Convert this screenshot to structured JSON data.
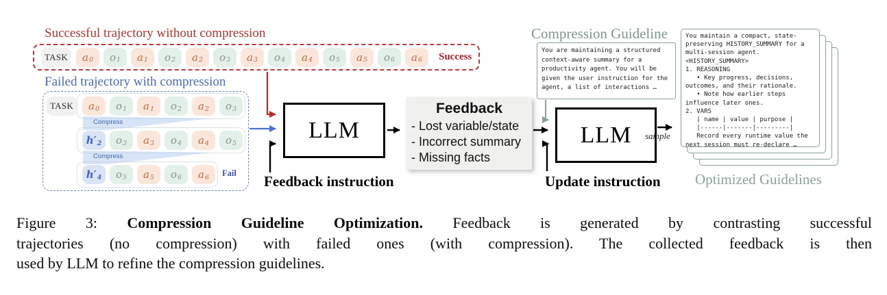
{
  "success_row": {
    "title": "Successful trajectory without compression",
    "task_label": "TASK",
    "tokens": [
      {
        "k": "a",
        "t": "a",
        "s": "0"
      },
      {
        "k": "o",
        "t": "o",
        "s": "1"
      },
      {
        "k": "a",
        "t": "a",
        "s": "1"
      },
      {
        "k": "o",
        "t": "o",
        "s": "2"
      },
      {
        "k": "a",
        "t": "a",
        "s": "2"
      },
      {
        "k": "o",
        "t": "o",
        "s": "3"
      },
      {
        "k": "a",
        "t": "a",
        "s": "3"
      },
      {
        "k": "o",
        "t": "o",
        "s": "4"
      },
      {
        "k": "a",
        "t": "a",
        "s": "4"
      },
      {
        "k": "o",
        "t": "o",
        "s": "5"
      },
      {
        "k": "a",
        "t": "a",
        "s": "5"
      },
      {
        "k": "o",
        "t": "o",
        "s": "6"
      },
      {
        "k": "a",
        "t": "a",
        "s": "6"
      }
    ],
    "result_label": "Success"
  },
  "failed_row": {
    "title": "Failed trajectory with compression",
    "task_label": "TASK",
    "compress_label_1": "Compress",
    "compress_label_2": "Compress",
    "row1_tokens": [
      {
        "k": "a",
        "t": "a",
        "s": "0"
      },
      {
        "k": "o",
        "t": "o",
        "s": "1"
      },
      {
        "k": "a",
        "t": "a",
        "s": "1"
      },
      {
        "k": "o",
        "t": "o",
        "s": "2"
      },
      {
        "k": "a",
        "t": "a",
        "s": "2"
      },
      {
        "k": "o",
        "t": "o",
        "s": "3"
      }
    ],
    "row2_tokens": [
      {
        "k": "h",
        "t": "h′",
        "s": "2"
      },
      {
        "k": "o",
        "t": "o",
        "s": "3"
      },
      {
        "k": "a",
        "t": "a",
        "s": "3"
      },
      {
        "k": "o",
        "t": "o",
        "s": "4"
      },
      {
        "k": "a",
        "t": "a",
        "s": "4"
      },
      {
        "k": "o",
        "t": "o",
        "s": "5"
      }
    ],
    "row3_tokens": [
      {
        "k": "h",
        "t": "h′",
        "s": "4"
      },
      {
        "k": "o",
        "t": "o",
        "s": "5"
      },
      {
        "k": "a",
        "t": "a",
        "s": "5"
      },
      {
        "k": "o",
        "t": "o",
        "s": "6"
      },
      {
        "k": "a",
        "t": "a",
        "s": "6"
      }
    ],
    "result_label": "Fail"
  },
  "pipeline": {
    "llm1_label": "LLM",
    "llm2_label": "LLM",
    "feedback_box": {
      "title": "Feedback",
      "items": [
        "- Lost variable/state",
        "- Incorrect summary",
        "- Missing facts"
      ]
    },
    "feedback_instruction_label": "Feedback instruction",
    "update_instruction_label": "Update instruction",
    "sample_label": "sample"
  },
  "guideline": {
    "title": "Compression Guideline",
    "lines": [
      "You are maintaining a structured",
      "context-aware summary for a",
      "productivity agent. You will be",
      "given the user instruction for the",
      "agent, a list of interactions …"
    ]
  },
  "optimized": {
    "label": "Optimized Guidelines",
    "card_lines": [
      "You maintain a compact, state-",
      "preserving HISTORY_SUMMARY for a",
      "multi-session agent.",
      "<HISTORY_SUMMARY>",
      "1. REASONING",
      "   • Key progress, decisions,",
      "outcomes, and their rationale.",
      "   • Note how earlier steps",
      "influence later ones.",
      "2. VARS",
      "   | name | value | purpose |",
      "   |------|-------|---------|",
      "   Record every runtime value the",
      "next session must re-declare …"
    ]
  },
  "caption": {
    "line1_pre": "Figure 3: ",
    "line1_bold": "Compression Guideline Optimization.",
    "line1_rest": " Feedback is generated by contrasting successful",
    "line2": "trajectories (no compression) with failed ones (with compression). The collected feedback is then",
    "line3": "used by LLM to refine the compression guidelines."
  },
  "colors": {
    "red_accent": "#b23430",
    "blue_accent": "#4a6cb3",
    "green_accent": "#7e958f",
    "action_chip_bg": "#fae6da",
    "action_chip_text": "#bf6a40",
    "obs_chip_bg": "#e3efe9",
    "obs_chip_text": "#7c968c",
    "summary_chip_bg": "#dbe3f6",
    "summary_chip_text": "#3f63c8",
    "feedback_bg": "#f0f0ee"
  }
}
